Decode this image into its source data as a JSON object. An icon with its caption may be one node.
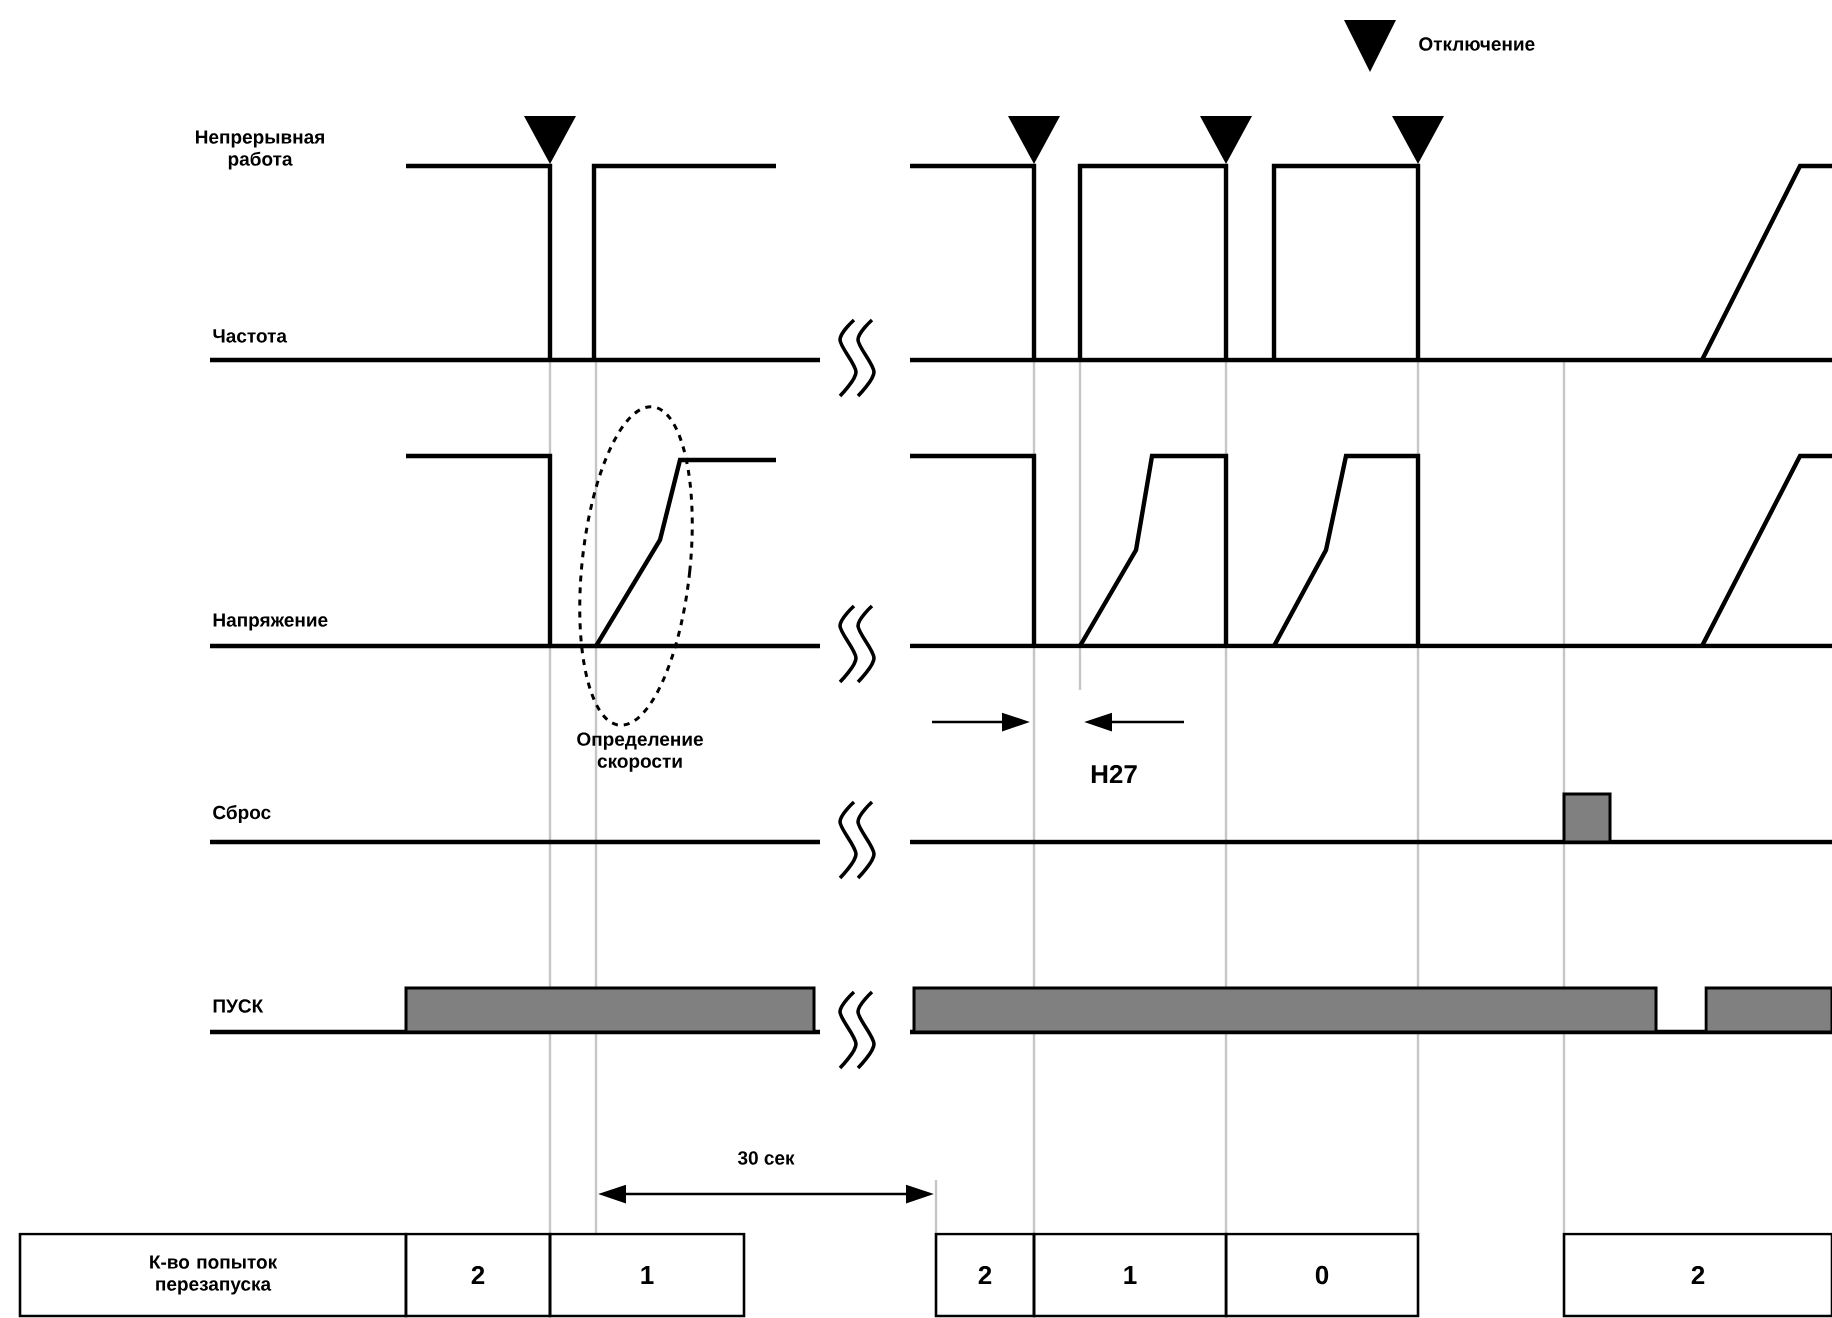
{
  "diagram": {
    "labels": [
      "Непрерывная работа",
      "Частота",
      "Напряжение",
      "Определение скорости",
      "H27",
      "Сброс",
      "ПУСК",
      "30 сек",
      "К-во попыток перезапуска",
      "2",
      "1",
      "2",
      "1",
      "0",
      "2"
    ],
    "legend": [
      {
        "text": "Отключение"
      }
    ]
  }
}
